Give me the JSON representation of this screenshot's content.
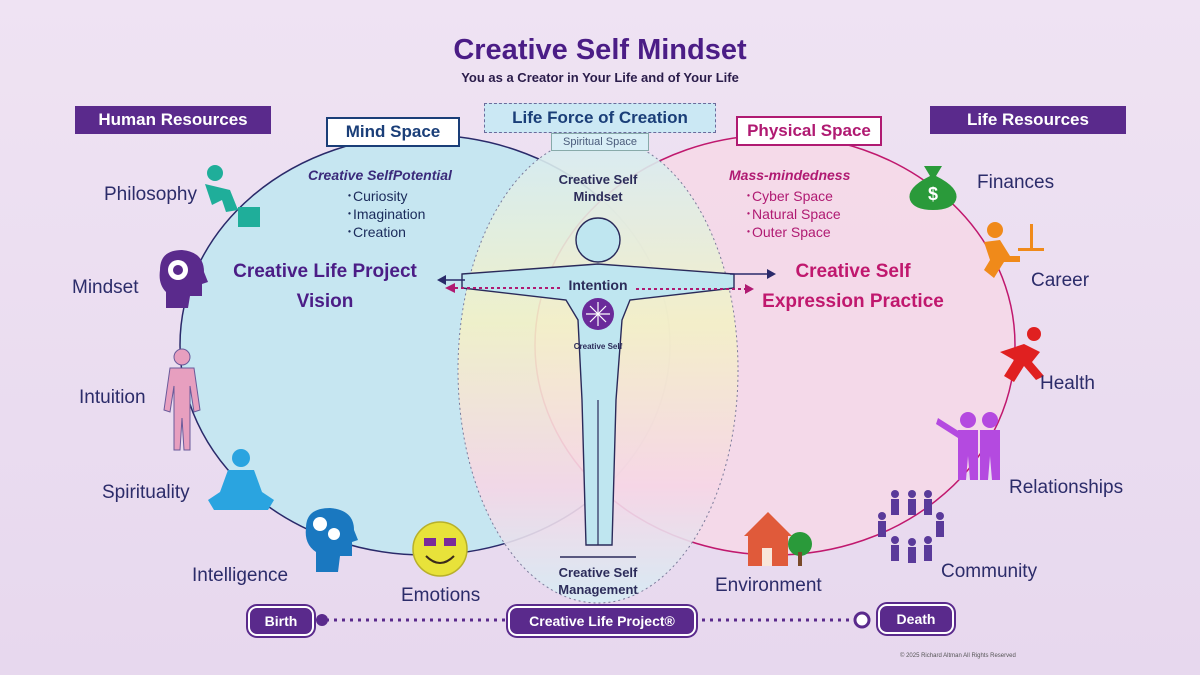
{
  "title": "Creative Self Mindset",
  "subtitle": "You as a Creator in Your Life and of Your Life",
  "human_resources": {
    "header": "Human Resources",
    "items": [
      "Philosophy",
      "Mindset",
      "Intuition",
      "Spirituality",
      "Intelligence",
      "Emotions"
    ]
  },
  "life_resources": {
    "header": "Life Resources",
    "items": [
      "Finances",
      "Career",
      "Health",
      "Relationships",
      "Community",
      "Environment"
    ]
  },
  "mind_space": {
    "label": "Mind Space",
    "subheading": "Creative SelfPotential",
    "bullets": [
      "･Curiosity",
      "･Imagination",
      "･Creation"
    ],
    "project_title_line1": "Creative Life Project",
    "project_title_line2": "Vision"
  },
  "physical_space": {
    "label": "Physical Space",
    "subheading": "Mass-mindedness",
    "bullets": [
      "･Cyber Space",
      "･Natural Space",
      "･Outer Space"
    ],
    "practice_line1": "Creative Self",
    "practice_line2": "Expression Practice"
  },
  "life_force": {
    "label": "Life Force of Creation",
    "spiritual_space": "Spiritual Space",
    "mindset_line1": "Creative Self",
    "mindset_line2": "Mindset",
    "intention": "Intention",
    "creative_self": "Creative Self",
    "management_line1": "Creative Self",
    "management_line2": "Management"
  },
  "timeline": {
    "birth": "Birth",
    "project": "Creative Life Project®",
    "death": "Death"
  },
  "copyright": "© 2025 Richard Altman All Rights Reserved",
  "colors": {
    "purple": "#5a2a8c",
    "mind_blue": "#1a3e78",
    "physical_pink": "#b01a72",
    "mind_fill": "#c6e6f1",
    "physical_fill": "#f6d8e7"
  },
  "icons": {
    "philosophy": "thinker-icon",
    "mindset": "head-mindset-icon",
    "intuition": "body-aura-icon",
    "spirituality": "meditation-icon",
    "intelligence": "head-gears-icon",
    "emotions": "smiley-sunglasses-icon",
    "finances": "money-bag-icon",
    "career": "desk-worker-icon",
    "health": "runner-icon",
    "relationships": "two-people-icon",
    "community": "crowd-icon",
    "environment": "house-tree-icon"
  }
}
